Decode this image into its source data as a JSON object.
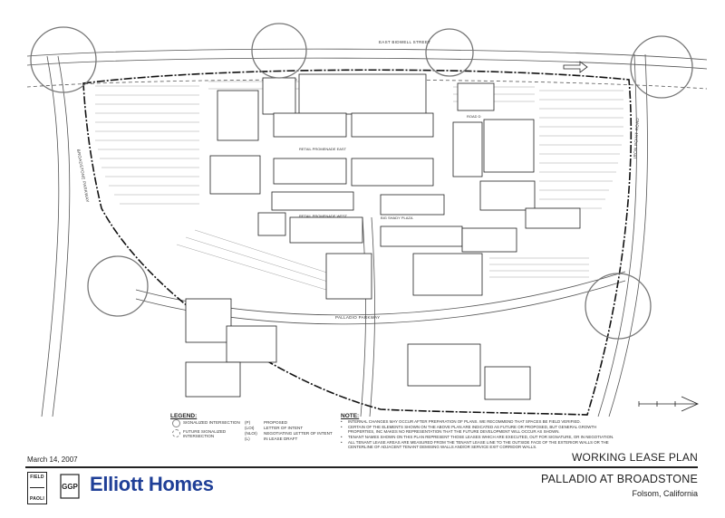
{
  "streets": {
    "north": "EAST BIDWELL STREET",
    "west": "BROADSTONE PARKWAY",
    "east": "IRON POINT ROAD",
    "south": "PALLADIO PARKWAY",
    "inner_n": "ROAD D",
    "retail_1": "RETAIL PROMENADE EAST",
    "retail_2": "RETAIL PROMENADE WEST",
    "plaza": "BIG SHADY PLAZA"
  },
  "legend": {
    "title": "LEGEND:",
    "items": [
      {
        "label": "SIGNALIZED INTERSECTION"
      },
      {
        "label": "FUTURE SIGNALIZED INTERSECTION"
      }
    ],
    "codes": [
      {
        "code": "(P)",
        "meaning": "PROPOSED"
      },
      {
        "code": "(LOI)",
        "meaning": "LETTER OF INTENT"
      },
      {
        "code": "(NLOI)",
        "meaning": "NEGOTIATING LETTER OF INTENT"
      },
      {
        "code": "(L)",
        "meaning": "IN LEASE DRAFT"
      }
    ]
  },
  "notes": {
    "title": "NOTE:",
    "items": [
      "INTERNAL CHANGES MAY OCCUR AFTER PREPARATION OF PLANS. WE RECOMMEND THAT SPACES BE FIELD VERIFIED.",
      "CERTAIN OF THE ELEMENTS SHOWN ON THE ABOVE PLAN ARE INDICATED AS FUTURE OR PROPOSED, BUT GENERAL GROWTH PROPERTIES, INC MAKES NO REPRESENTATION THAT THE FUTURE DEVELOPMENT WILL OCCUR AS SHOWN.",
      "TENANT NAMES SHOWN ON THIS PLAN REPRESENT THOSE LEASES WHICH ARE EXECUTED, OUT FOR SIGNATURE, OR IN NEGOTIATION.",
      "ALL TENANT LEASE AREAS ARE MEASURED FROM THE TENANT LEASE LINE TO THE OUTSIDE FACE OF THE EXTERIOR WALLS OR THE CENTERLINE OF ADJACENT TENANT DEMISING WALLS AND/OR SERVICE EXIT CORRIDOR WALLS."
    ]
  },
  "footer": {
    "date": "March 14, 2007",
    "plan_title": "WORKING LEASE PLAN",
    "project_name": "PALLADIO AT BROADSTONE",
    "location": "Folsom, California"
  },
  "logos": {
    "fp_top": "FIELD",
    "fp_bottom": "PAOLI",
    "ggp": "GGP",
    "elliott": "Elliott Homes",
    "elliott_color": "#1f3f97"
  }
}
